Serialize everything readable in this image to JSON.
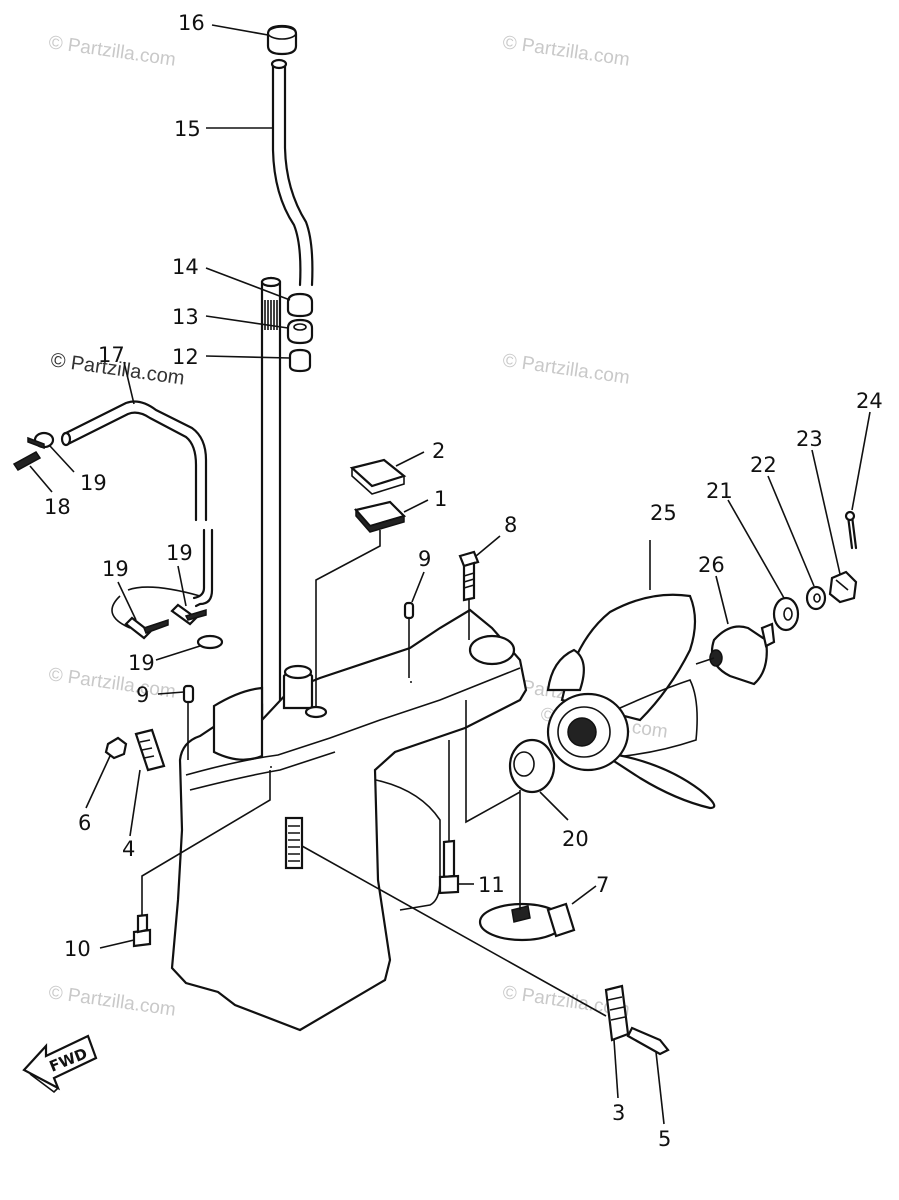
{
  "watermarks": [
    "© Partzilla.com",
    "© Partzilla.com",
    "© Partzilla.com",
    "© Partzilla.com",
    "© Partzilla.com",
    "© Partzilla.com",
    "© Partzilla.com",
    "© Partzilla.com",
    "© Partzilla.com"
  ],
  "callouts": [
    "1",
    "2",
    "3",
    "4",
    "5",
    "6",
    "7",
    "8",
    "9",
    "9",
    "10",
    "11",
    "12",
    "13",
    "14",
    "15",
    "16",
    "17",
    "18",
    "19",
    "19",
    "19",
    "19",
    "20",
    "21",
    "22",
    "23",
    "24",
    "25",
    "26"
  ],
  "direction_label": "FWD",
  "colors": {
    "ink": "#111111",
    "watermark": "#c9c9c9",
    "paper": "#ffffff"
  }
}
